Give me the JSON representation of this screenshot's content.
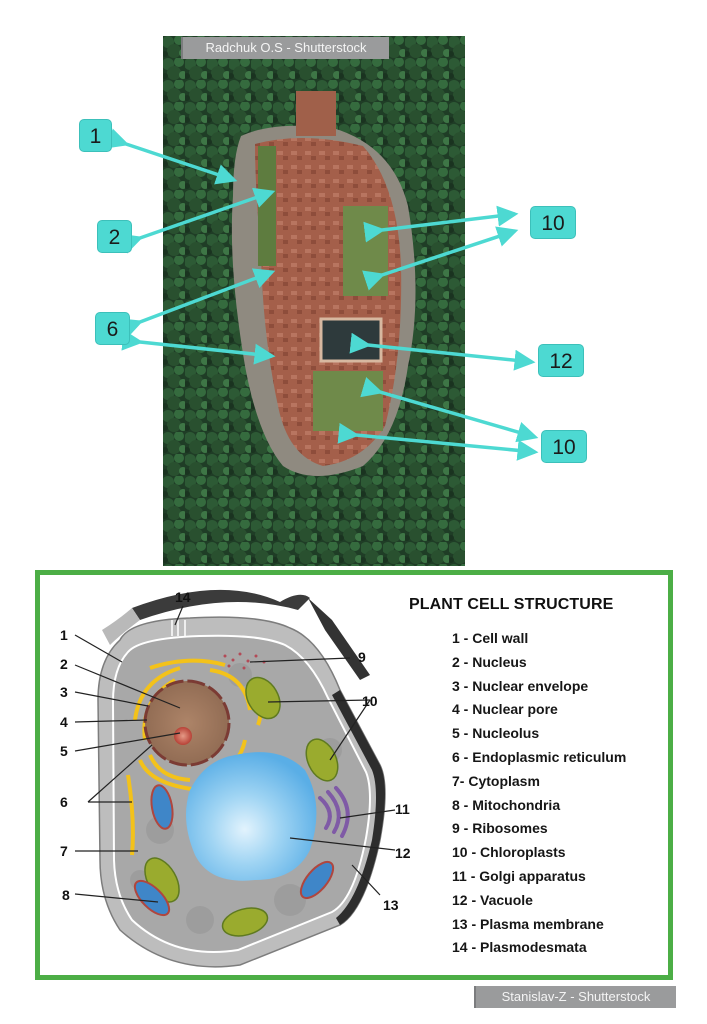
{
  "aerial_photo": {
    "credit": "Radchuk O.S - Shutterstock",
    "description": "Aerial view of a rock fortress surrounded by forest",
    "label_color": "#4dd9d2",
    "labels": [
      {
        "id": "label-1",
        "text": "1"
      },
      {
        "id": "label-2",
        "text": "2"
      },
      {
        "id": "label-6",
        "text": "6"
      },
      {
        "id": "label-10-top",
        "text": "10"
      },
      {
        "id": "label-12",
        "text": "12"
      },
      {
        "id": "label-10-bottom",
        "text": "10"
      }
    ]
  },
  "plant_cell": {
    "title": "PLANT CELL STRUCTURE",
    "border_color": "#4cae46",
    "credit": "Stanislav-Z - Shutterstock",
    "legend": [
      "1 - Cell wall",
      "2 - Nucleus",
      "3 - Nuclear envelope",
      "4 - Nuclear pore",
      "5 - Nucleolus",
      "6 - Endoplasmic reticulum",
      "7- Cytoplasm",
      "8 - Mitochondria",
      "9 - Ribosomes",
      "10 - Chloroplasts",
      "11 - Golgi apparatus",
      "12 - Vacuole",
      "13 - Plasma membrane",
      "14 - Plasmodesmata"
    ],
    "diagram_labels": {
      "n1": "1",
      "n2": "2",
      "n3": "3",
      "n4": "4",
      "n5": "5",
      "n6": "6",
      "n7": "7",
      "n8": "8",
      "n9": "9",
      "n10": "10",
      "n11": "11",
      "n12": "12",
      "n13": "13",
      "n14": "14"
    }
  }
}
